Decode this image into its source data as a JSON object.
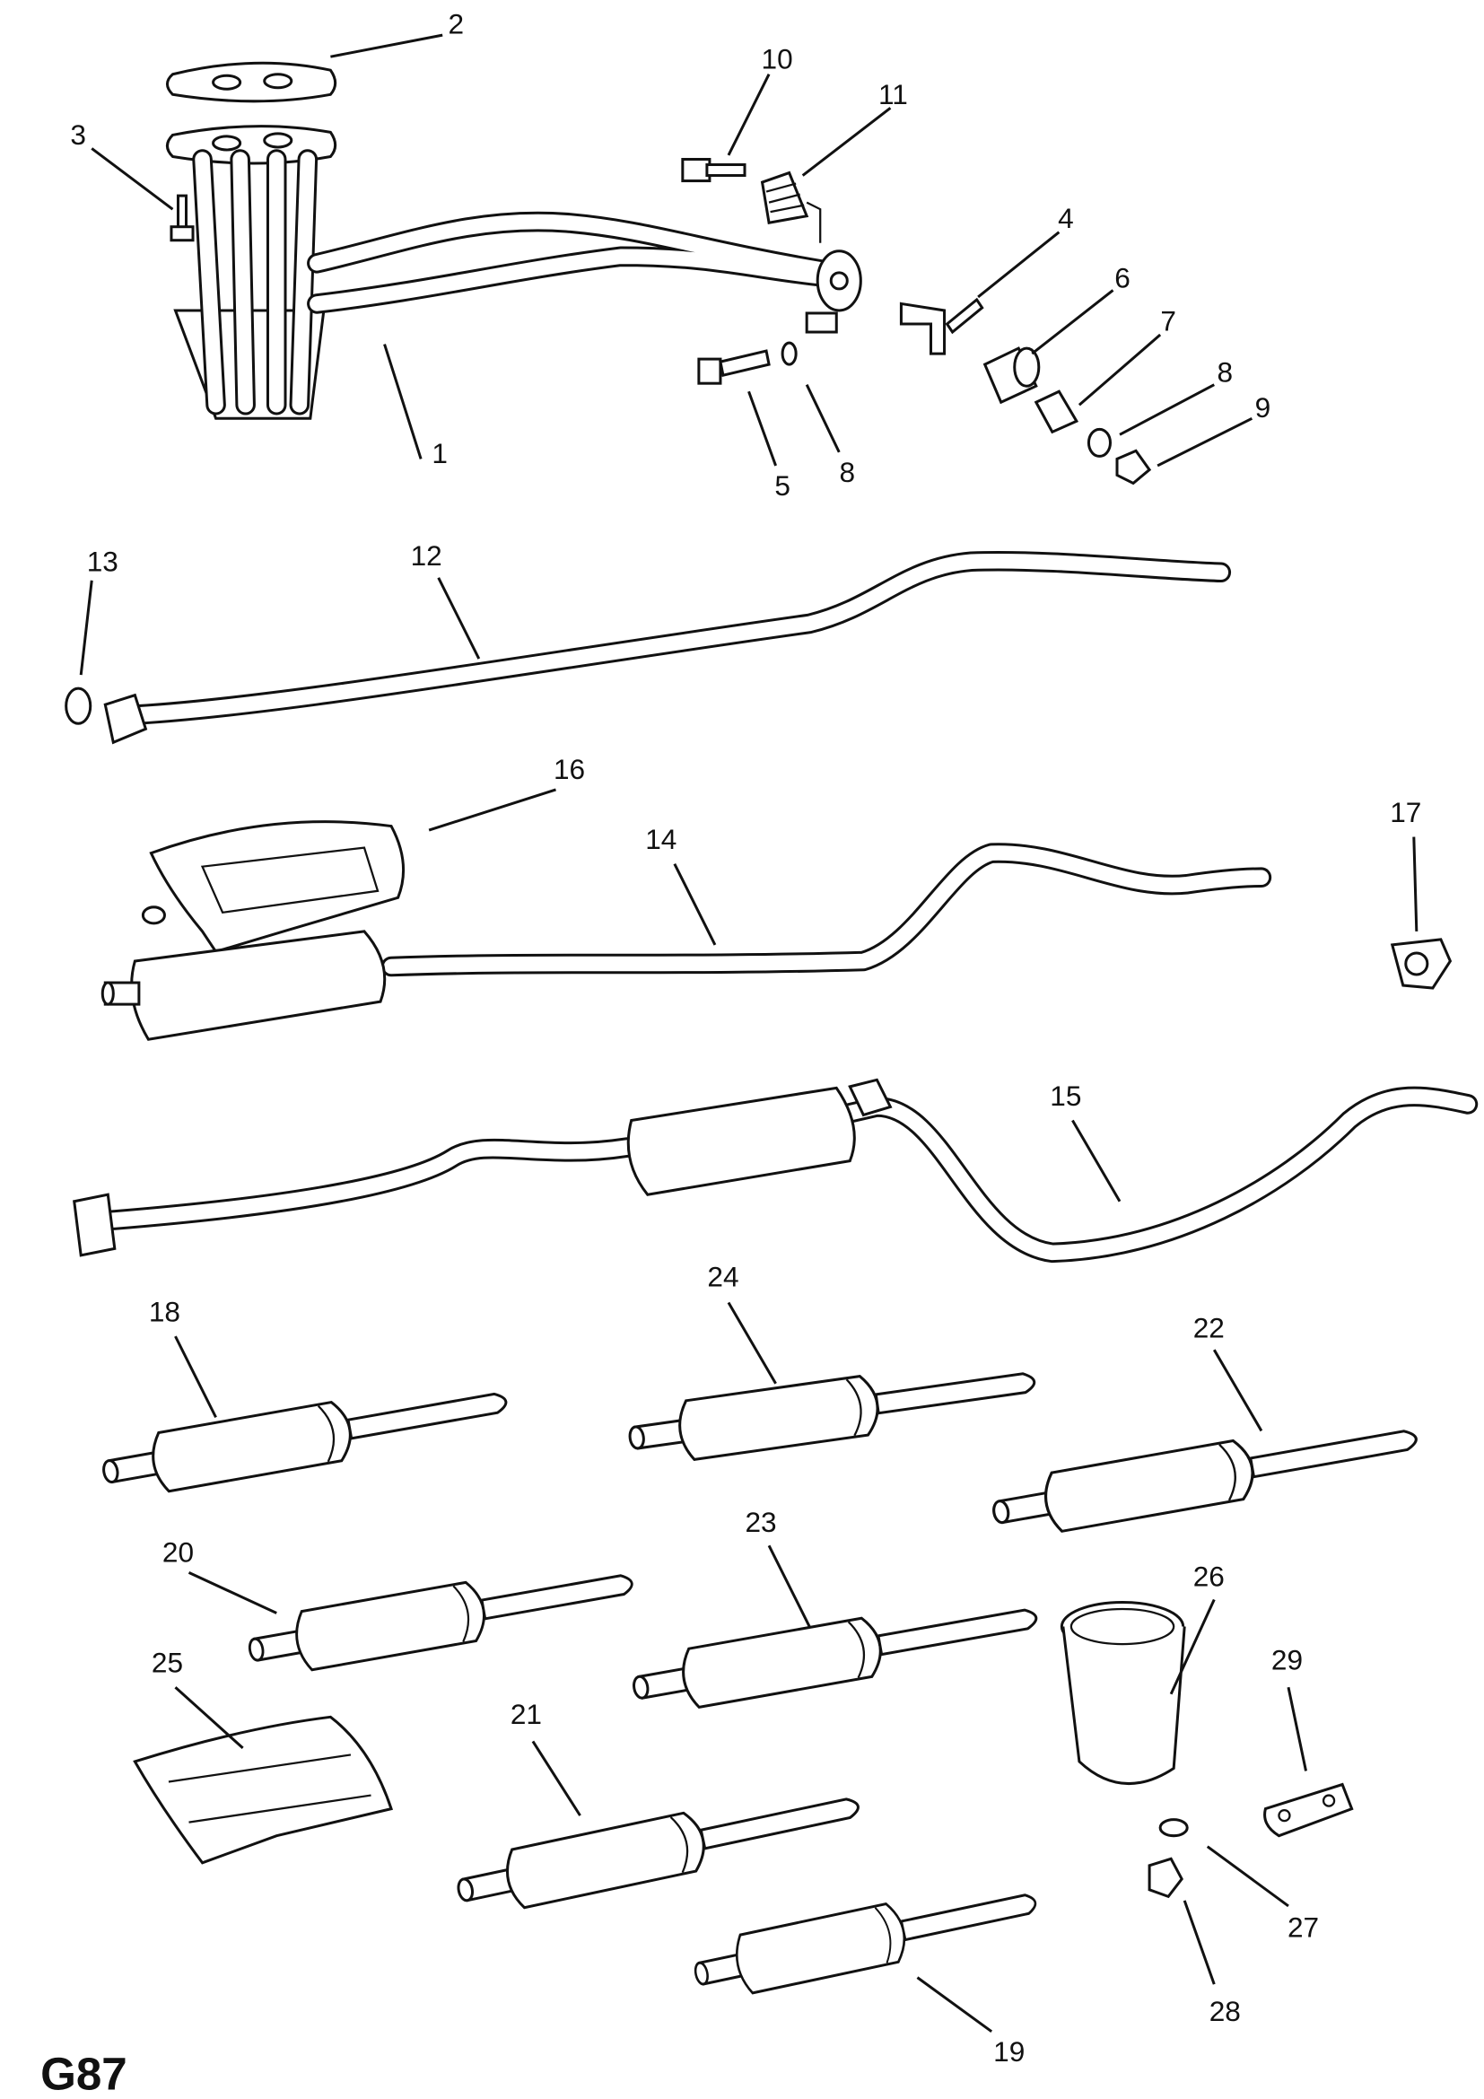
{
  "diagram_code": "G87",
  "callouts": [
    "1",
    "2",
    "3",
    "4",
    "5",
    "6",
    "7",
    "8",
    "8",
    "9",
    "10",
    "11",
    "12",
    "13",
    "14",
    "15",
    "16",
    "17",
    "18",
    "19",
    "20",
    "21",
    "22",
    "23",
    "24",
    "25",
    "26",
    "27",
    "28",
    "29"
  ]
}
